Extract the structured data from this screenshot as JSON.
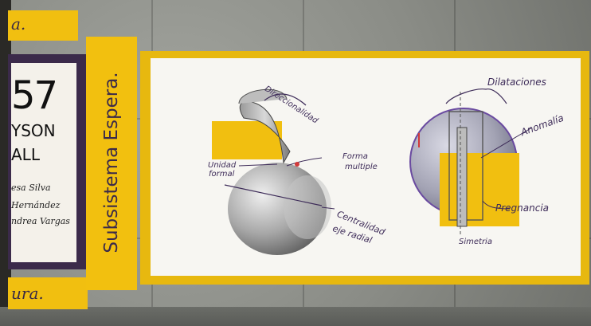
{
  "tags": {
    "top": "a.",
    "bottom": "ura."
  },
  "side_label": "Subsistema Espera.",
  "card": {
    "big": "57",
    "line1": "YSON",
    "line2": "ALL",
    "names": [
      "esa Silva",
      "Hernández",
      "ndrea Vargas"
    ]
  },
  "poster": {
    "left_annotations": {
      "direccionalidad": "Direccionalidad",
      "unidad_formal": [
        "Unidad",
        "formal"
      ],
      "forma_multiple": [
        "Forma",
        "multiple"
      ],
      "centralidad": [
        "Centralidad",
        "eje radial"
      ]
    },
    "right_annotations": {
      "dilataciones": "Dilataciones",
      "anomalia": "Anomalía",
      "pregnancia": "Pregnancia",
      "simetria": "Simetria"
    }
  },
  "colors": {
    "yellow": "#f1bf10",
    "purple": "#3b2a4a",
    "ink": "#3e2c59"
  }
}
